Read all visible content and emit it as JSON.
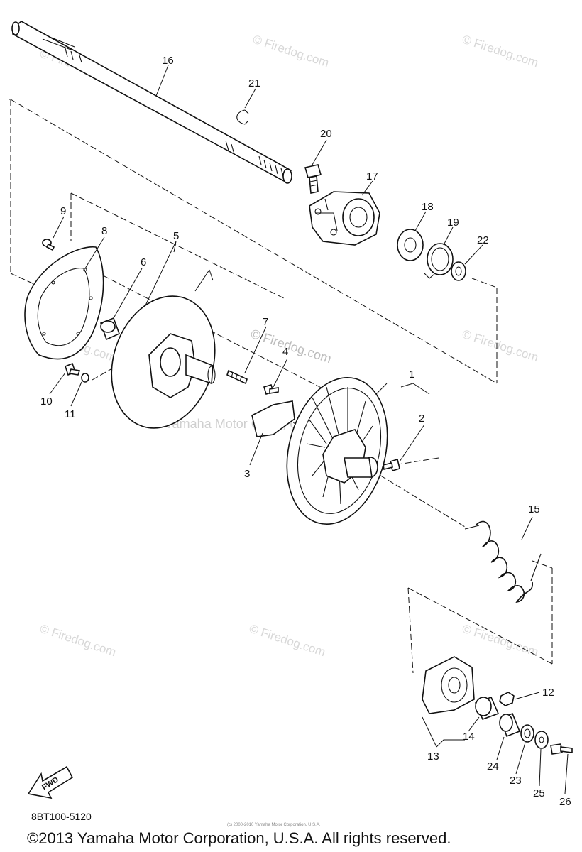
{
  "watermarks": {
    "site": "© Firedog.com",
    "center": "© Firedog.com",
    "center_text": "Yamaha Motor Corp., U.S.A."
  },
  "callouts": [
    "1",
    "2",
    "3",
    "4",
    "5",
    "6",
    "7",
    "8",
    "9",
    "10",
    "11",
    "12",
    "13",
    "14",
    "15",
    "16",
    "17",
    "18",
    "19",
    "20",
    "21",
    "22",
    "23",
    "24",
    "25",
    "26"
  ],
  "fwd_label": "FWD",
  "diagram_code": "8BT100-5120",
  "small_notice": "(c) 2000-2010 Yamaha Motor Corporation, U.S.A.",
  "copyright": "©2013 Yamaha Motor Corporation, U.S.A. All rights reserved."
}
